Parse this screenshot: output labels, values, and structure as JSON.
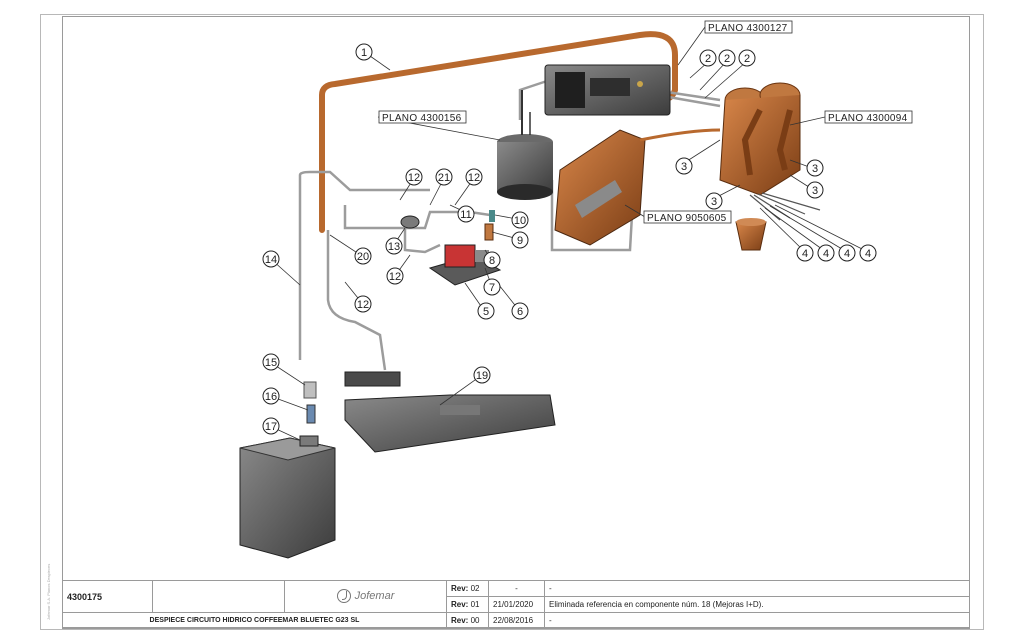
{
  "drawing": {
    "callouts": [
      {
        "id": "c1",
        "label": "1"
      },
      {
        "id": "c2a",
        "label": "2"
      },
      {
        "id": "c2b",
        "label": "2"
      },
      {
        "id": "c2c",
        "label": "2"
      },
      {
        "id": "c3a",
        "label": "3"
      },
      {
        "id": "c3b",
        "label": "3"
      },
      {
        "id": "c3c",
        "label": "3"
      },
      {
        "id": "c3d",
        "label": "3"
      },
      {
        "id": "c4a",
        "label": "4"
      },
      {
        "id": "c4b",
        "label": "4"
      },
      {
        "id": "c4c",
        "label": "4"
      },
      {
        "id": "c4d",
        "label": "4"
      },
      {
        "id": "c5",
        "label": "5"
      },
      {
        "id": "c6",
        "label": "6"
      },
      {
        "id": "c7",
        "label": "7"
      },
      {
        "id": "c8",
        "label": "8"
      },
      {
        "id": "c9",
        "label": "9"
      },
      {
        "id": "c10",
        "label": "10"
      },
      {
        "id": "c11",
        "label": "11"
      },
      {
        "id": "c12a",
        "label": "12"
      },
      {
        "id": "c12b",
        "label": "12"
      },
      {
        "id": "c12c",
        "label": "12"
      },
      {
        "id": "c12d",
        "label": "12"
      },
      {
        "id": "c13",
        "label": "13"
      },
      {
        "id": "c14",
        "label": "14"
      },
      {
        "id": "c15",
        "label": "15"
      },
      {
        "id": "c16",
        "label": "16"
      },
      {
        "id": "c17",
        "label": "17"
      },
      {
        "id": "c19",
        "label": "19"
      },
      {
        "id": "c20",
        "label": "20"
      },
      {
        "id": "c21",
        "label": "21"
      }
    ],
    "plano_refs": {
      "p127": "PLANO 4300127",
      "p156": "PLANO 4300156",
      "p094": "PLANO 4300094",
      "p605": "PLANO 9050605"
    },
    "side_note": "Jofemar S.A. Planos Despieces"
  },
  "titleblock": {
    "code": "4300175",
    "description": "DESPIECE CIRCUITO HIDRICO COFFEEMAR BLUETEC G23 SL",
    "logo_text": "Jofemar",
    "revisions": [
      {
        "label": "Rev:",
        "num": "02",
        "date": "-",
        "note": "-"
      },
      {
        "label": "Rev:",
        "num": "01",
        "date": "21/01/2020",
        "note": "Eliminada referencia en componente núm. 18 (Mejoras I+D)."
      },
      {
        "label": "Rev:",
        "num": "00",
        "date": "22/08/2016",
        "note": "-"
      }
    ]
  },
  "colors": {
    "copper": "#b8692e",
    "copper_dark": "#7a3d15",
    "grey": "#555555",
    "tube": "#9a9a9a"
  }
}
